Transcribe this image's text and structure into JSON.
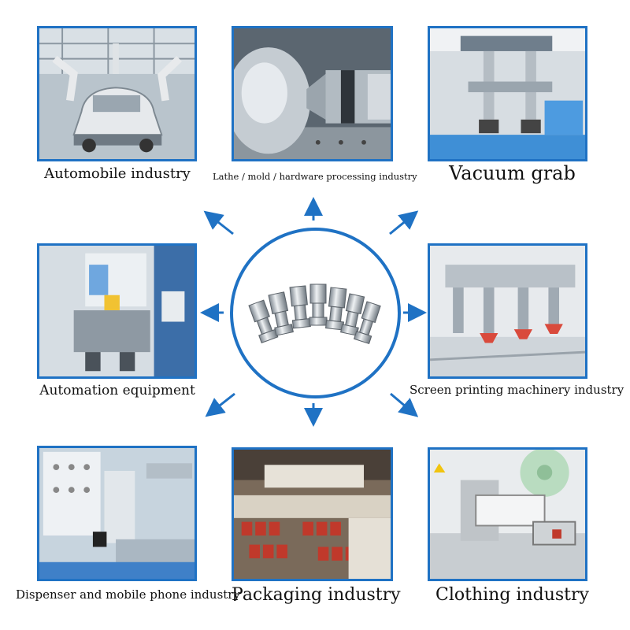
{
  "accent_color": "#1f72c4",
  "center_image": {
    "icon": "stainless-steel-quick-couplers"
  },
  "industries": [
    {
      "label": "Automobile industry",
      "icon": "car-assembly-robots"
    },
    {
      "label": "Lathe / mold / hardware processing industry",
      "icon": "lathe-machining"
    },
    {
      "label": "Vacuum grab",
      "icon": "vacuum-gripper"
    },
    {
      "label": "Automation equipment",
      "icon": "automation-cylinder"
    },
    {
      "label": "Screen printing machinery industry",
      "icon": "screen-printing-machine"
    },
    {
      "label": "Dispenser and mobile phone industry",
      "icon": "dispenser-machine"
    },
    {
      "label": "Packaging industry",
      "icon": "packaging-line"
    },
    {
      "label": "Clothing industry",
      "icon": "sewing-machine"
    }
  ]
}
